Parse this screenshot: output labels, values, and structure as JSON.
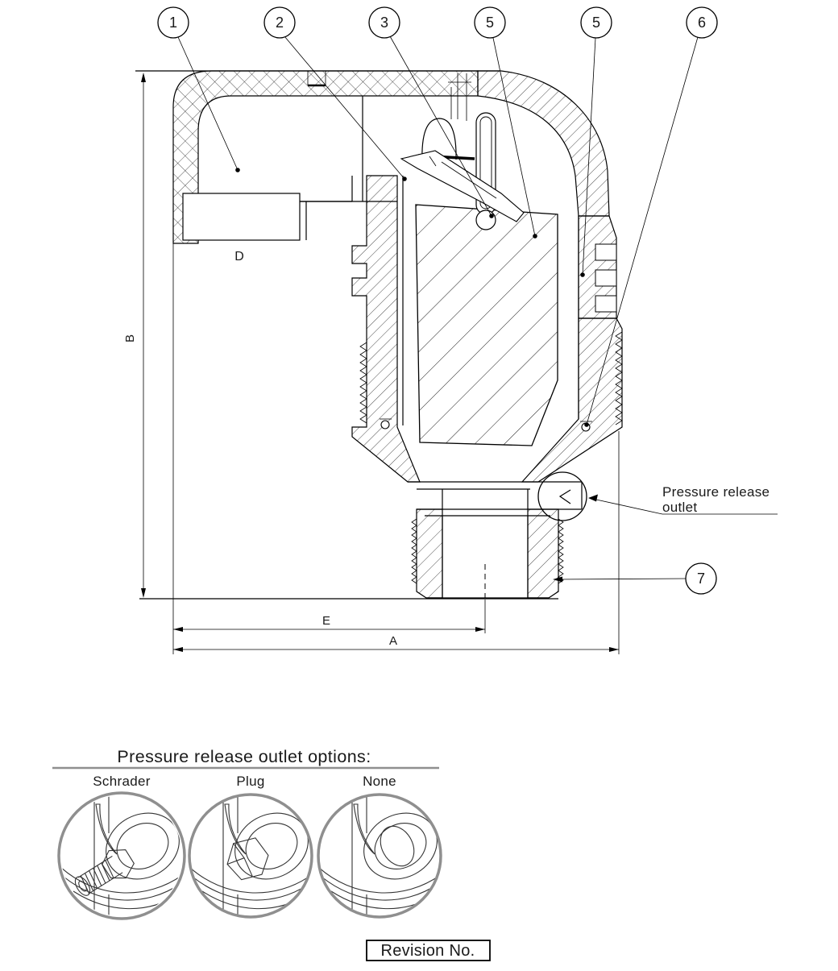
{
  "drawing": {
    "balloons": [
      {
        "id": "1"
      },
      {
        "id": "2"
      },
      {
        "id": "3"
      },
      {
        "id": "5"
      },
      {
        "id": "5"
      },
      {
        "id": "6"
      },
      {
        "id": "7"
      }
    ],
    "dimension_labels": {
      "height": "B",
      "cap_width": "D",
      "outlet_offset": "E",
      "overall_width": "A"
    },
    "callout": {
      "line1": "Pressure release",
      "line2": "outlet"
    }
  },
  "options_section": {
    "title": "Pressure release outlet options:",
    "options": [
      {
        "label": "Schrader"
      },
      {
        "label": "Plug"
      },
      {
        "label": "None"
      }
    ]
  },
  "revision_box": {
    "label": "Revision No."
  },
  "colors": {
    "line": "#000000",
    "accent_gray": "#8f8f8f"
  }
}
